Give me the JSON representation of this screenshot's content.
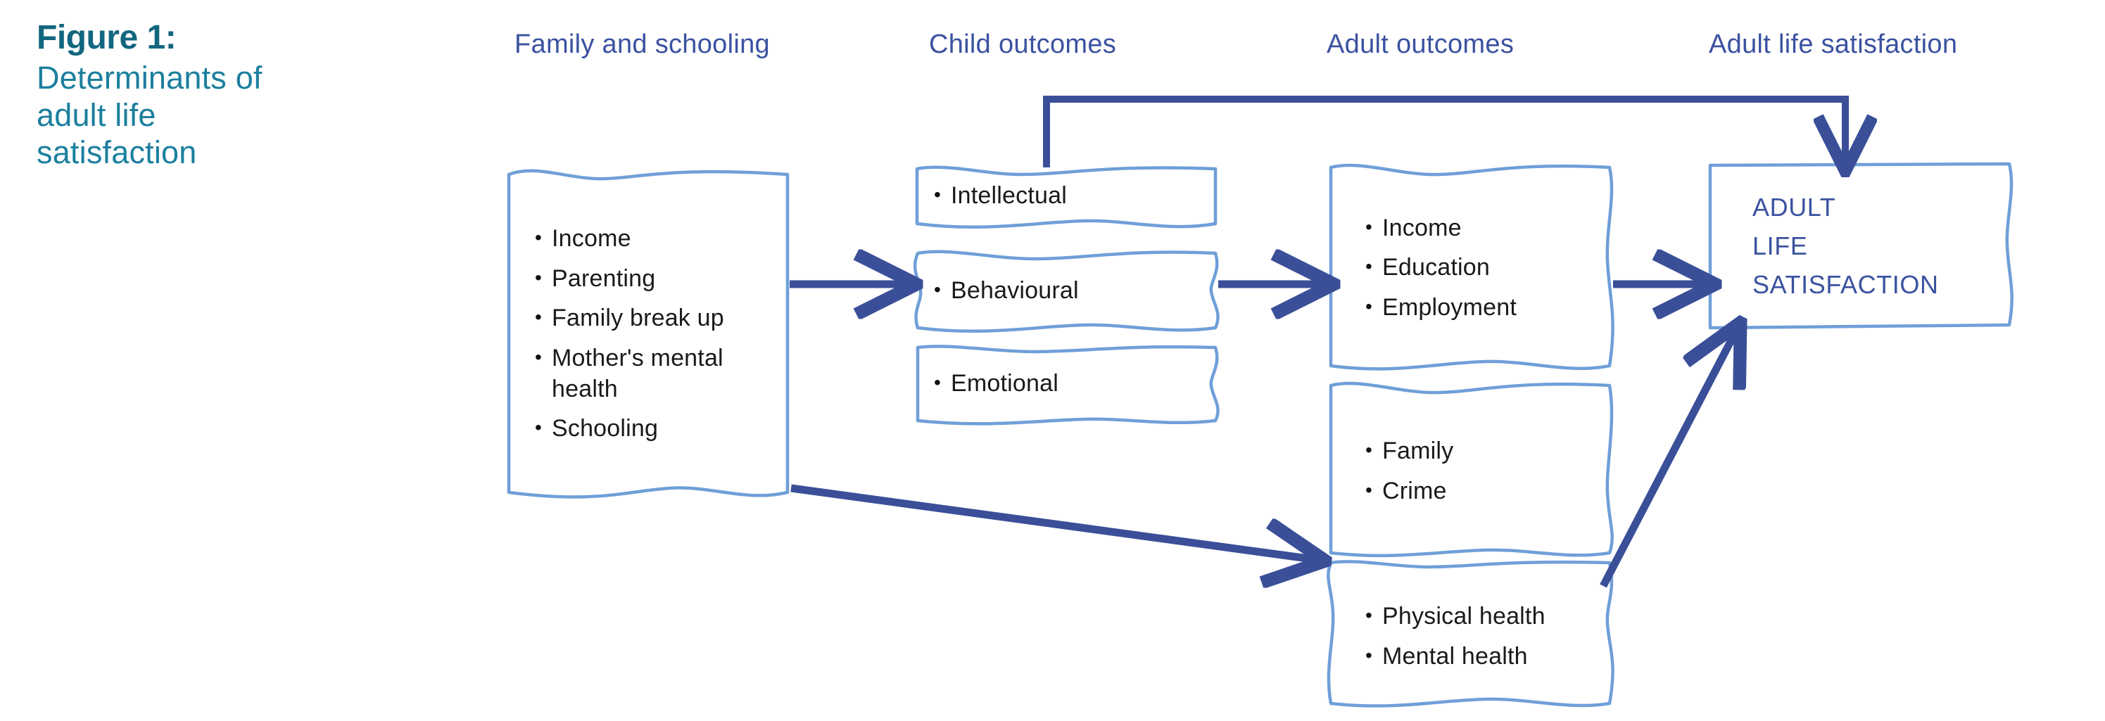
{
  "figure": {
    "number_label": "Figure 1:",
    "subtitle_lines": [
      "Determinants of",
      "adult life",
      "satisfaction"
    ],
    "title_color": "#13667f"
  },
  "columns": [
    {
      "id": "family-and-schooling",
      "label": "Family and schooling"
    },
    {
      "id": "child-outcomes",
      "label": "Child outcomes"
    },
    {
      "id": "adult-outcomes",
      "label": "Adult outcomes"
    },
    {
      "id": "adult-life-satisfaction",
      "label": "Adult life satisfaction"
    }
  ],
  "nodes": {
    "family_schooling": {
      "name": "family-and-schooling-box",
      "items": [
        "Income",
        "Parenting",
        "Family break up",
        "Mother's mental health",
        "Schooling"
      ]
    },
    "child_intellectual": {
      "name": "child-intellectual-box",
      "items": [
        "Intellectual"
      ]
    },
    "child_behavioural": {
      "name": "child-behavioural-box",
      "items": [
        "Behavioural"
      ]
    },
    "child_emotional": {
      "name": "child-emotional-box",
      "items": [
        "Emotional"
      ]
    },
    "adult_socioeconomic": {
      "name": "adult-socioeconomic-box",
      "items": [
        "Income",
        "Education",
        "Employment"
      ]
    },
    "adult_family_crime": {
      "name": "adult-family-crime-box",
      "items": [
        "Family",
        "Crime"
      ]
    },
    "adult_health": {
      "name": "adult-health-box",
      "items": [
        "Physical health",
        "Mental health"
      ]
    },
    "adult_life_satisfaction": {
      "name": "adult-life-satisfaction-box",
      "lines": [
        "ADULT",
        "LIFE",
        "SATISFACTION"
      ]
    }
  },
  "edges": [
    {
      "id": "family-to-behavioural",
      "from": "family_schooling",
      "to": "child_behavioural",
      "style": "straight-horizontal"
    },
    {
      "id": "behavioural-to-socioeconomic",
      "from": "child_behavioural",
      "to": "adult_socioeconomic",
      "style": "straight-horizontal"
    },
    {
      "id": "socioeconomic-to-satisfaction",
      "from": "adult_socioeconomic",
      "to": "adult_life_satisfaction",
      "style": "straight-horizontal"
    },
    {
      "id": "intellectual-to-satisfaction",
      "from": "child_intellectual",
      "to": "adult_life_satisfaction",
      "style": "elbow-over-top"
    },
    {
      "id": "family-to-health",
      "from": "family_schooling",
      "to": "adult_health",
      "style": "diagonal-down-right"
    },
    {
      "id": "health-to-satisfaction",
      "from": "adult_health",
      "to": "adult_life_satisfaction",
      "style": "diagonal-up-right"
    }
  ],
  "bullet_glyph": "•",
  "colors": {
    "heading_blue": "#3b52a0",
    "caption_teal": "#13667f",
    "box_outline": "#6f9fd8",
    "arrow_navy": "#3a4f98",
    "node_text": "#1a1a1a"
  }
}
